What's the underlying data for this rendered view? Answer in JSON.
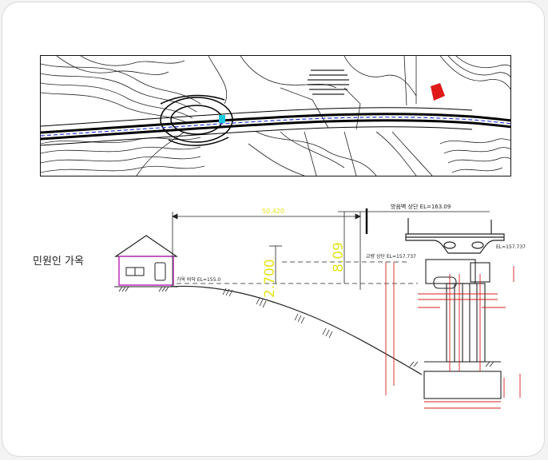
{
  "plan_view": {
    "alignment_color": "#2a3bd6",
    "marker_color": "#19c9e0",
    "building_color": "#e01919"
  },
  "section": {
    "house_label": "민원인 가옥",
    "house_color": "#c23cc2",
    "house_ground_label": "가옥 바닥  EL=155.0",
    "horizontal_distance": "50.420",
    "soundwall_label": "방음벽 상단  EL=163.09",
    "soundwall_height": "8.09",
    "deck_label": "교량 상단  EL=157.737",
    "deck_height": "2.700",
    "right_el_label": "EL=157.737",
    "dim_color": "#e4e41a",
    "rebar_color": "#d81f1f"
  }
}
